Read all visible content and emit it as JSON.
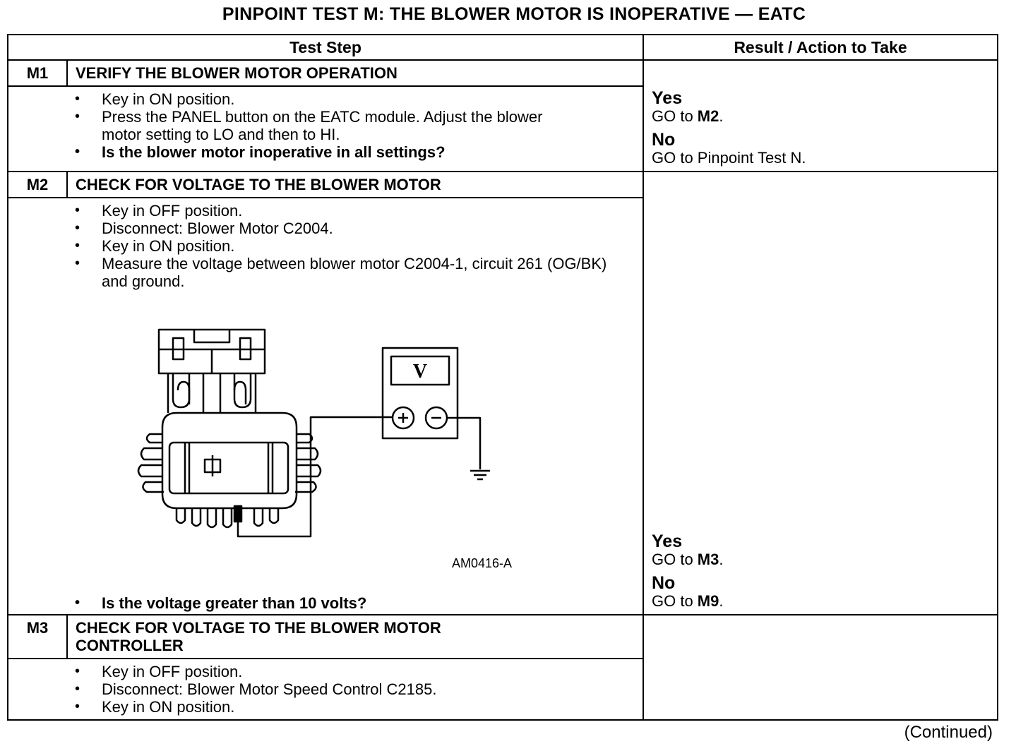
{
  "title": "PINPOINT TEST M: THE BLOWER MOTOR IS INOPERATIVE — EATC",
  "headers": {
    "test_step": "Test Step",
    "result": "Result / Action to Take"
  },
  "steps": [
    {
      "id": "M1",
      "heading": "VERIFY THE BLOWER MOTOR OPERATION",
      "bullets": [
        "Key in ON position.",
        "Press the PANEL button on the EATC module. Adjust the blower motor setting to LO and then to HI."
      ],
      "question": "Is the blower motor inoperative in all settings?",
      "yes": {
        "label": "Yes",
        "prefix": "GO to ",
        "target": "M2",
        "suffix": "."
      },
      "no": {
        "label": "No",
        "prefix": "GO to Pinpoint Test N.",
        "target": "",
        "suffix": ""
      }
    },
    {
      "id": "M2",
      "heading": "CHECK FOR VOLTAGE TO THE BLOWER MOTOR",
      "bullets": [
        "Key in OFF position.",
        "Disconnect: Blower Motor C2004.",
        "Key in ON position.",
        "Measure the voltage between blower motor C2004-1, circuit 261 (OG/BK) and ground."
      ],
      "figure_id": "AM0416-A",
      "meter_symbol": "V",
      "question": "Is the voltage greater than 10 volts?",
      "yes": {
        "label": "Yes",
        "prefix": "GO to ",
        "target": "M3",
        "suffix": "."
      },
      "no": {
        "label": "No",
        "prefix": "GO to ",
        "target": "M9",
        "suffix": "."
      }
    },
    {
      "id": "M3",
      "heading_line1": "CHECK FOR VOLTAGE TO THE BLOWER MOTOR",
      "heading_line2": "CONTROLLER",
      "bullets": [
        "Key in OFF position.",
        "Disconnect: Blower Motor Speed Control C2185.",
        "Key in ON position."
      ]
    }
  ],
  "continued": "(Continued)"
}
